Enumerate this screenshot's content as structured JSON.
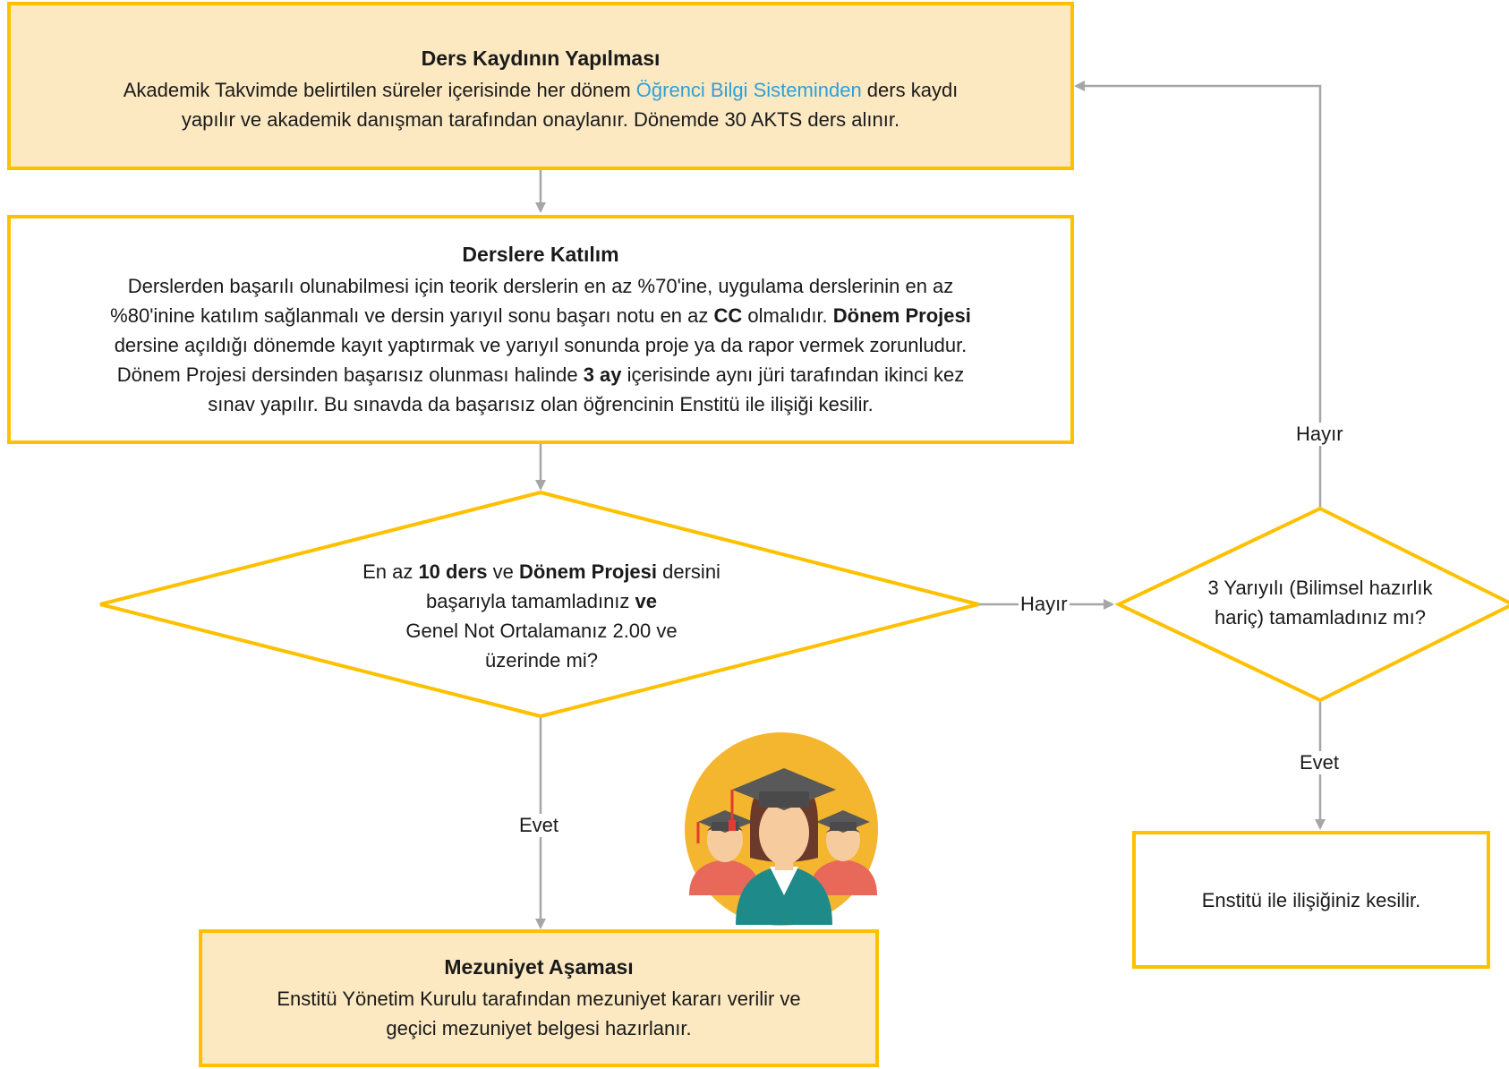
{
  "box1": {
    "title": "Ders Kaydının Yapılması",
    "line1_pre": "Akademik Takvimde belirtilen süreler içerisinde her dönem ",
    "line1_link": "Öğrenci Bilgi Sisteminden",
    "line1_post": " ders kaydı",
    "line2": "yapılır ve akademik danışman tarafından onaylanır. Dönemde 30 AKTS ders alınır."
  },
  "box2": {
    "title": "Derslere Katılım",
    "line1": "Derslerden başarılı olunabilmesi için teorik derslerin en az %70'ine, uygulama derslerinin en az",
    "line2_pre": "%80'inine katılım sağlanmalı ve dersin yarıyıl sonu başarı notu en az ",
    "line2_bold1": "CC",
    "line2_mid": " olmalıdır. ",
    "line2_bold2": "Dönem Projesi",
    "line3": "dersine açıldığı dönemde kayıt yaptırmak ve yarıyıl sonunda proje ya da rapor vermek zorunludur.",
    "line4_pre": "Dönem Projesi dersinden başarısız olunması halinde ",
    "line4_bold": "3 ay",
    "line4_post": " içerisinde aynı jüri tarafından ikinci kez",
    "line5": "sınav yapılır. Bu sınavda da başarısız olan öğrencinin Enstitü ile ilişiği kesilir."
  },
  "decision1": {
    "pre": "En az ",
    "bold1": "10 ders",
    "mid": " ve ",
    "bold2": "Dönem Projesi",
    "post": " dersini",
    "line2_pre": "başarıyla tamamladınız ",
    "line2_bold": "ve",
    "line3": "Genel Not Ortalamanız 2.00 ve",
    "line4": "üzerinde mi?"
  },
  "decision2": {
    "line1": "3 Yarıyılı (Bilimsel hazırlık",
    "line2": "hariç) tamamladınız mı?"
  },
  "box3": {
    "title": "Mezuniyet Aşaması",
    "line1": "Enstitü Yönetim Kurulu tarafından mezuniyet kararı verilir ve",
    "line2": "geçici mezuniyet belgesi hazırlanır."
  },
  "box4": {
    "text": "Enstitü ile ilişiğiniz kesilir."
  },
  "labels": {
    "no_mid": "Hayır",
    "no_up": "Hayır",
    "yes_left": "Evet",
    "yes_right": "Evet"
  },
  "colors": {
    "border": "#FFC000",
    "fill": "#FCE9C2",
    "connector": "#A6A6A6",
    "link": "#2E9FD8"
  },
  "icons": {
    "graduates": "graduates-icon"
  }
}
